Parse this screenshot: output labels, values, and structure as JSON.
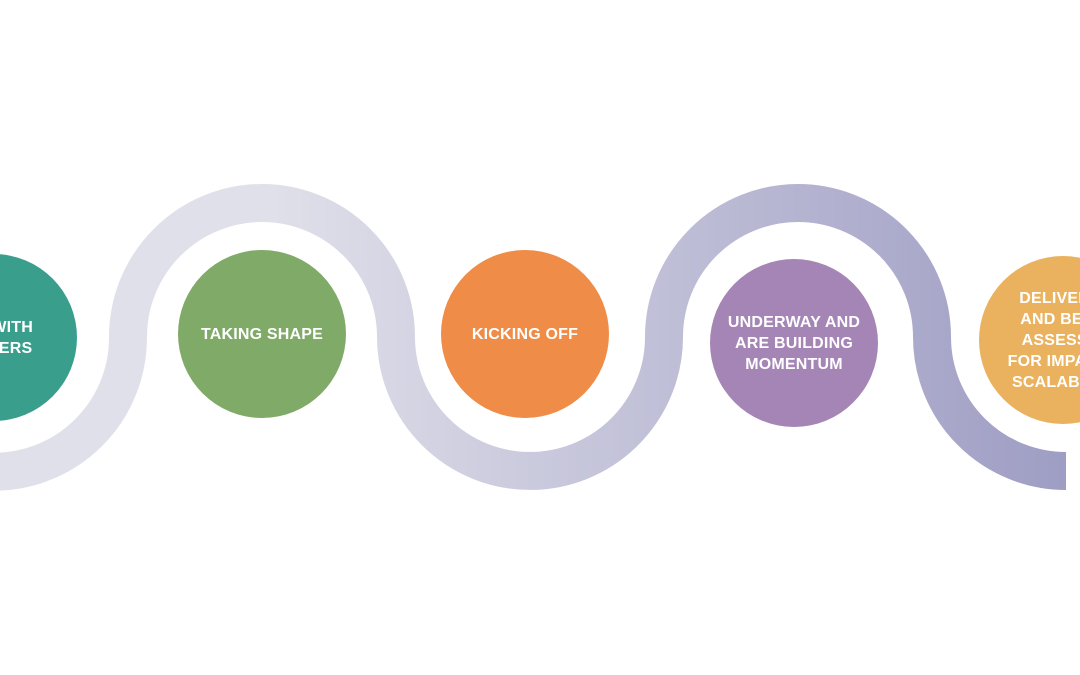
{
  "stages": [
    {
      "label": "ENGAGING WITH\nSTAKEHOLDERS",
      "color": "#3a9e8c"
    },
    {
      "label": "TAKING SHAPE",
      "color": "#80aa68"
    },
    {
      "label": "KICKING OFF",
      "color": "#ee8c48"
    },
    {
      "label": "UNDERWAY AND\nARE BUILDING\nMOMENTUM",
      "color": "#a585b5"
    },
    {
      "label": "DELIVERED\nAND BEING\nASSESSED\nFOR IMPACT &\nSCALABILITY",
      "color": "#eab25e"
    }
  ],
  "path_colors": {
    "start": "#e0e0ea",
    "end": "#9d9cc3"
  }
}
